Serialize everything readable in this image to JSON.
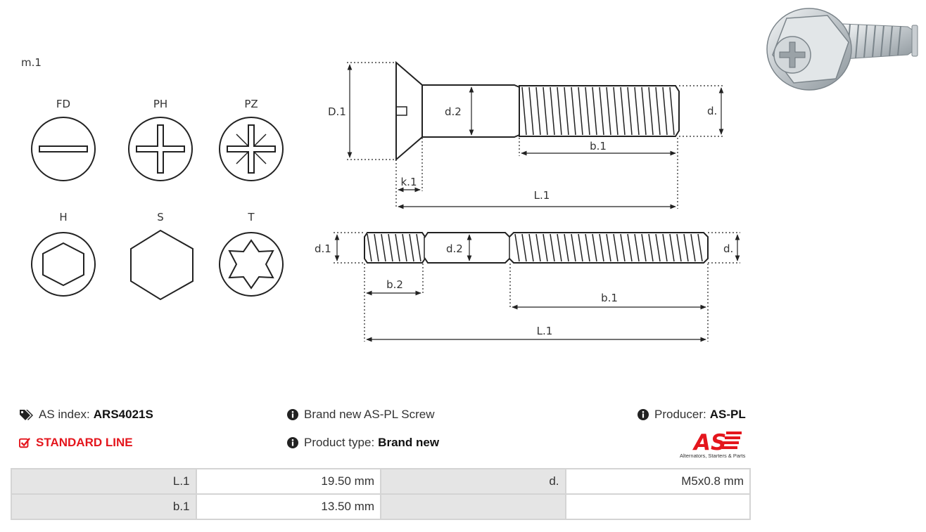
{
  "diagram": {
    "material_label": "m.1",
    "heads": [
      {
        "code": "FD"
      },
      {
        "code": "PH"
      },
      {
        "code": "PZ"
      },
      {
        "code": "H"
      },
      {
        "code": "S"
      },
      {
        "code": "T"
      }
    ],
    "screw_dims": {
      "D1": "D.1",
      "d2": "d.2",
      "d": "d.",
      "b1": "b.1",
      "k1": "k.1",
      "L1": "L.1"
    },
    "stud_dims": {
      "d1": "d.1",
      "d2": "d.2",
      "d": "d.",
      "b2": "b.2",
      "b1": "b.1",
      "L1": "L.1"
    }
  },
  "info": {
    "as_index_label": "AS index:",
    "as_index_value": "ARS4021S",
    "standard_line": "STANDARD LINE",
    "description": "Brand new AS-PL Screw",
    "product_type_label": "Product type:",
    "product_type_value": "Brand new",
    "producer_label": "Producer:",
    "producer_value": "AS-PL"
  },
  "logo": {
    "mark": "AS",
    "tagline": "Alternators, Starters & Parts",
    "color": "#e4161d"
  },
  "specs": [
    [
      "L.1",
      "19.50 mm",
      "d.",
      "M5x0.8 mm"
    ],
    [
      "b.1",
      "13.50 mm",
      "",
      ""
    ]
  ],
  "colors": {
    "accent": "#e4161d",
    "table_key_bg": "#e5e5e5",
    "table_border": "#d4d4d4"
  }
}
